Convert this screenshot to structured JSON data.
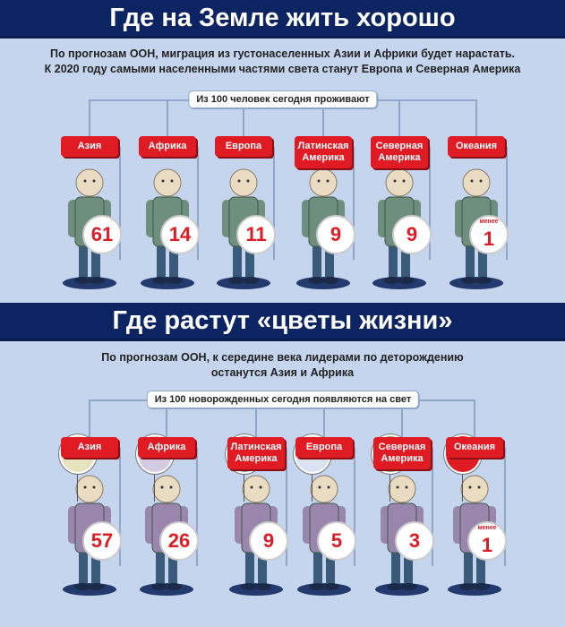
{
  "section1": {
    "title": "Где на Земле жить хорошо",
    "lead": [
      "По прогнозам ООН, миграция из густонаселенных Азии и Африки будет нарастать.",
      "К 2020 году самыми населенными частями света станут Европа и Северная Америка"
    ],
    "box": "Из 100 человек сегодня проживают",
    "items": [
      {
        "label": "Азия",
        "value": "61"
      },
      {
        "label": "Африка",
        "value": "14"
      },
      {
        "label": "Европа",
        "value": "11"
      },
      {
        "label": "Латинская Америка",
        "value": "9"
      },
      {
        "label": "Северная Америка",
        "value": "9"
      },
      {
        "label": "Океания",
        "value": "1",
        "prefix": "менее"
      }
    ]
  },
  "section2": {
    "title": "Где растут «цветы жизни»",
    "lead": [
      "По прогнозам ООН, к середине века лидерами по деторождению",
      "останутся Азия и Африка"
    ],
    "box": "Из 100 новорожденных сегодня появляются на свет",
    "items": [
      {
        "label": "Азия",
        "value": "57",
        "balloon": "#e6e4bf"
      },
      {
        "label": "Африка",
        "value": "26",
        "balloon": "#d5cbe0"
      },
      {
        "label": "Латинская Америка",
        "value": "9",
        "balloon": "#7d97bb"
      },
      {
        "label": "Европа",
        "value": "5",
        "balloon": "#dbe3f2"
      },
      {
        "label": "Северная Америка",
        "value": "3",
        "balloon": "#9a9c6a"
      },
      {
        "label": "Океания",
        "value": "1",
        "prefix": "менее",
        "balloon": "#e01b24"
      }
    ]
  },
  "colors": {
    "header": "#0c2461",
    "label": "#e01b24",
    "shirt1": "#6f8f7e",
    "shirt2": "#9a86ad"
  }
}
